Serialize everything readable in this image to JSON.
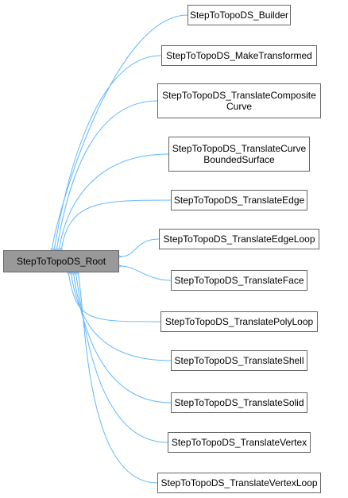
{
  "diagram": {
    "root": {
      "label": "StepToTopoDS_Root"
    },
    "children": [
      {
        "lines": [
          "StepToTopoDS_Builder"
        ]
      },
      {
        "lines": [
          "StepToTopoDS_MakeTransformed"
        ]
      },
      {
        "lines": [
          "StepToTopoDS_TranslateComposite",
          "Curve"
        ]
      },
      {
        "lines": [
          "StepToTopoDS_TranslateCurve",
          "BoundedSurface"
        ]
      },
      {
        "lines": [
          "StepToTopoDS_TranslateEdge"
        ]
      },
      {
        "lines": [
          "StepToTopoDS_TranslateEdgeLoop"
        ]
      },
      {
        "lines": [
          "StepToTopoDS_TranslateFace"
        ]
      },
      {
        "lines": [
          "StepToTopoDS_TranslatePolyLoop"
        ]
      },
      {
        "lines": [
          "StepToTopoDS_TranslateShell"
        ]
      },
      {
        "lines": [
          "StepToTopoDS_TranslateSolid"
        ]
      },
      {
        "lines": [
          "StepToTopoDS_TranslateVertex"
        ]
      },
      {
        "lines": [
          "StepToTopoDS_TranslateVertexLoop"
        ]
      }
    ],
    "colors": {
      "edge": "#63b8ff",
      "node_border": "#666666",
      "root_fill": "#999999",
      "node_fill": "#ffffff"
    }
  }
}
